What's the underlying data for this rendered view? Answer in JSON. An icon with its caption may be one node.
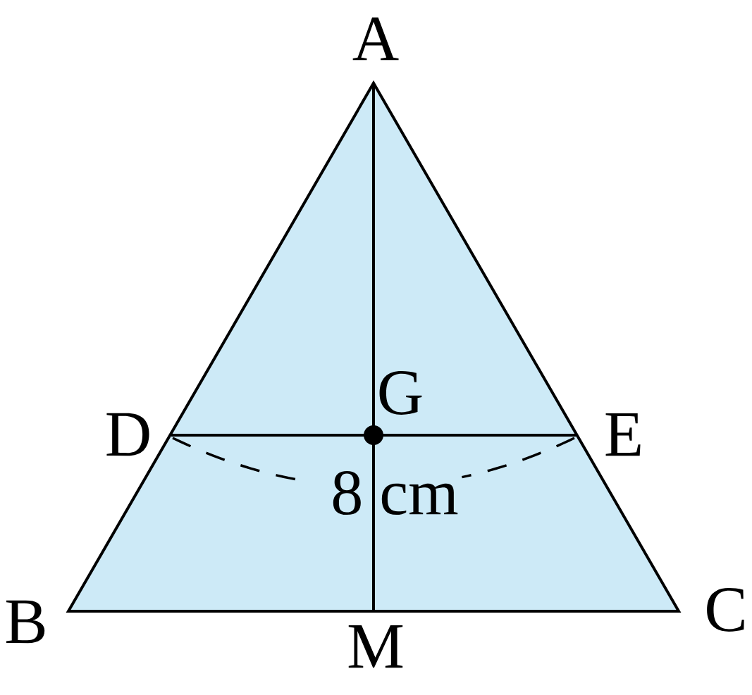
{
  "diagram": {
    "labels": [
      "A",
      "G",
      "D",
      "E",
      "8 cm",
      "B",
      "M",
      "C"
    ]
  }
}
